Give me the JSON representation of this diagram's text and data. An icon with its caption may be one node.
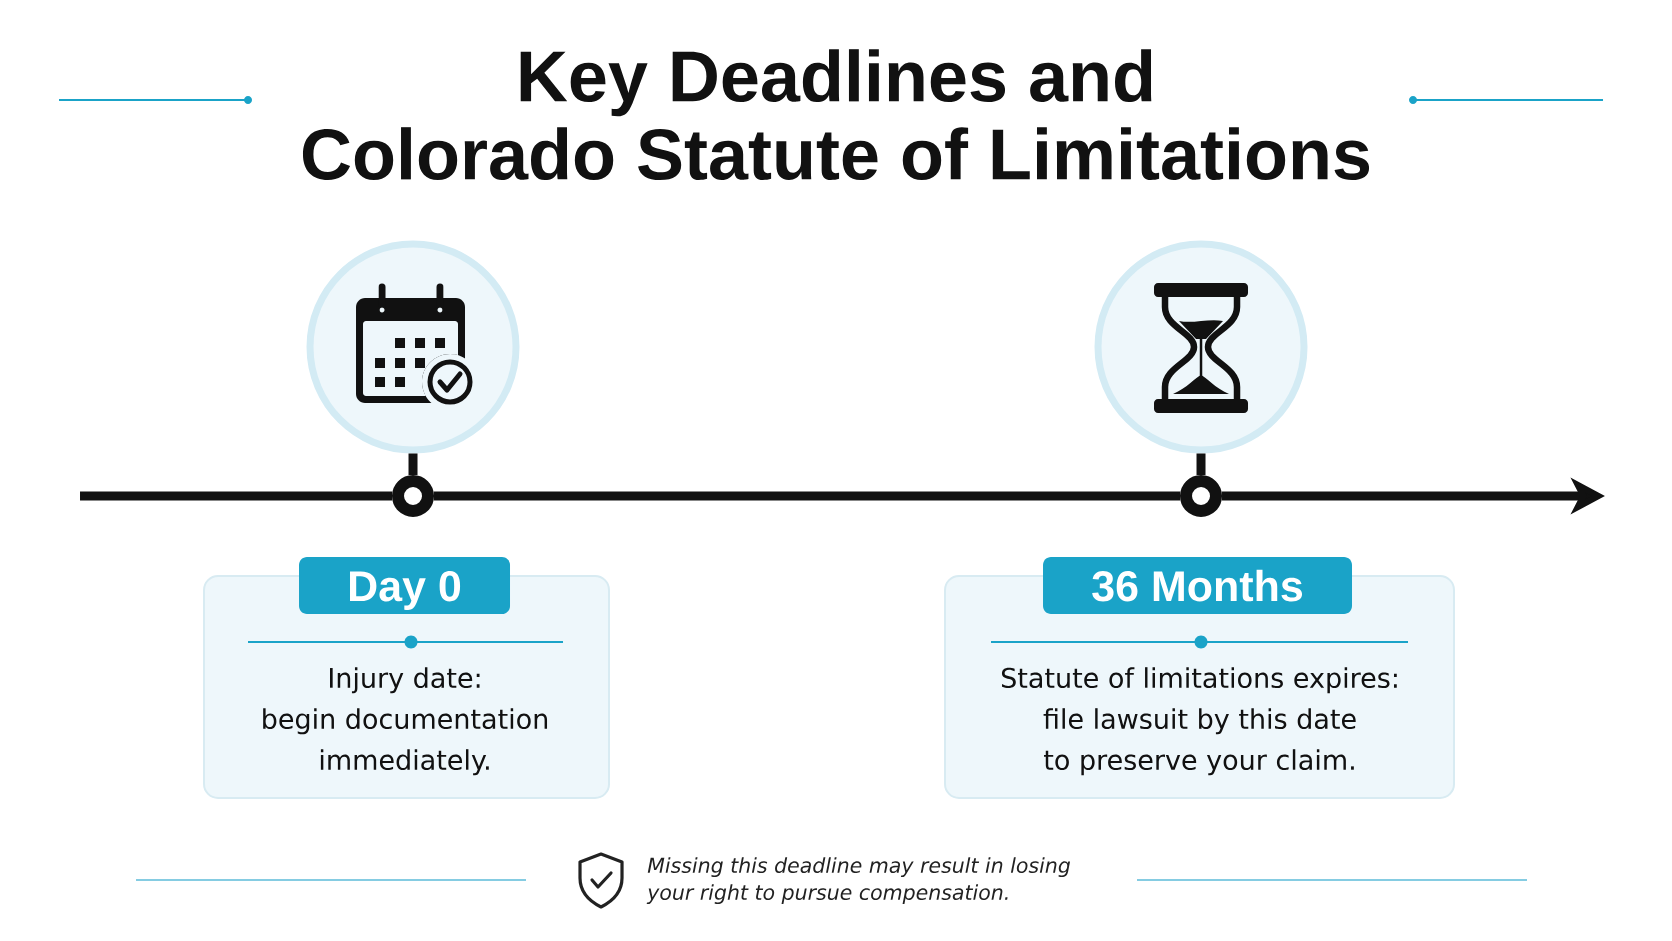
{
  "diagram": {
    "title": "Key Deadlines and Colorado Statute of Limitations",
    "nodes": [
      {
        "text": [],
        "shape": "circle"
      },
      {
        "text": [],
        "shape": "circle"
      },
      {
        "text": [],
        "shape": "circle"
      },
      {
        "text": [],
        "shape": "circle"
      },
      {
        "text": [
          "Day 0",
          "Injury date: begin documentation immediately."
        ]
      },
      {
        "text": [
          "36 Months",
          "Statute of limitations expires: file lawsuit by this date to preserve your claim."
        ]
      }
    ],
    "edges": [
      {
        "from": 0,
        "to": 2,
        "arrow": "none"
      },
      {
        "from": 1,
        "to": 3,
        "arrow": "none"
      },
      {
        "from": null,
        "to": 2,
        "arrow": "none"
      },
      {
        "from": 2,
        "to": 3,
        "arrow": "none"
      },
      {
        "from": 3,
        "to": null,
        "arrow": "to"
      }
    ],
    "labels": [
      "Missing this deadline may result in losing your right to pursue compensation."
    ]
  }
}
